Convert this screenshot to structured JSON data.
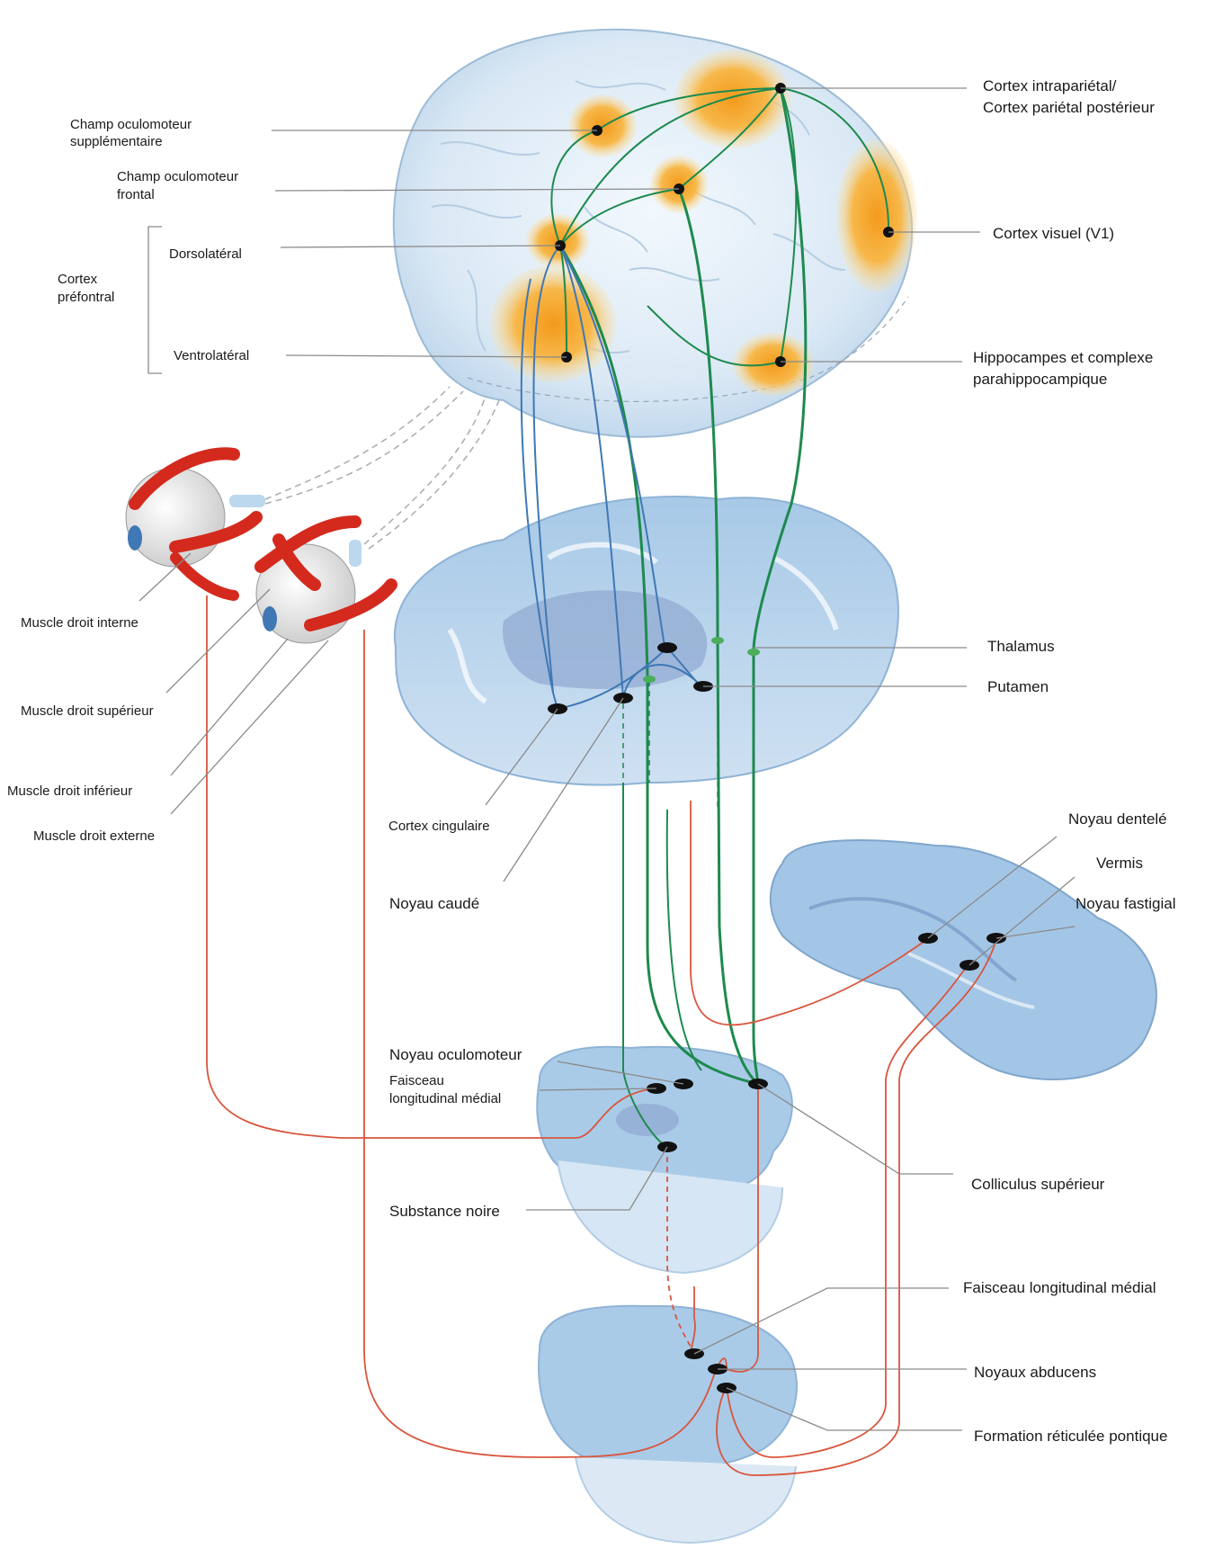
{
  "labels": {
    "champ_supp": [
      "Champ oculomoteur",
      "supplémentaire"
    ],
    "champ_frontal": [
      "Champ oculomoteur",
      "frontal"
    ],
    "cortex_prefrontal": [
      "Cortex",
      "préfontral"
    ],
    "dorsolateral": "Dorsolatéral",
    "ventrolateral": "Ventrolatéral",
    "cortex_intraparietal": [
      "Cortex intrapariétal/",
      "Cortex pariétal postérieur"
    ],
    "cortex_visuel": "Cortex visuel (V1)",
    "hippocampes": [
      "Hippocampes et complexe",
      "parahippocampique"
    ],
    "muscle_interne": "Muscle droit interne",
    "muscle_superieur": "Muscle droit supérieur",
    "muscle_inferieur": "Muscle droit inférieur",
    "muscle_externe": "Muscle droit externe",
    "thalamus": "Thalamus",
    "putamen": "Putamen",
    "cortex_cingulaire": "Cortex cingulaire",
    "noyau_caude": "Noyau caudé",
    "noyau_dentele": "Noyau dentelé",
    "vermis": "Vermis",
    "noyau_fastigial": "Noyau fastigial",
    "noyau_oculomoteur": "Noyau oculomoteur",
    "faisceau_mid": [
      "Faisceau",
      "longitudinal médial"
    ],
    "colliculus": "Colliculus supérieur",
    "substance_noire": "Substance noire",
    "faisceau_right": "Faisceau longitudinal médial",
    "noyaux_abducens": "Noyaux abducens",
    "formation_reticulee": "Formation réticulée pontique"
  },
  "colors": {
    "green_pathway": "#1d8a4e",
    "blue_pathway": "#3f78b4",
    "red_pathway": "#d9553d",
    "brain_tissue": "#a9cbe8",
    "activation": "#f5a623",
    "muscle": "#d42a1e"
  }
}
